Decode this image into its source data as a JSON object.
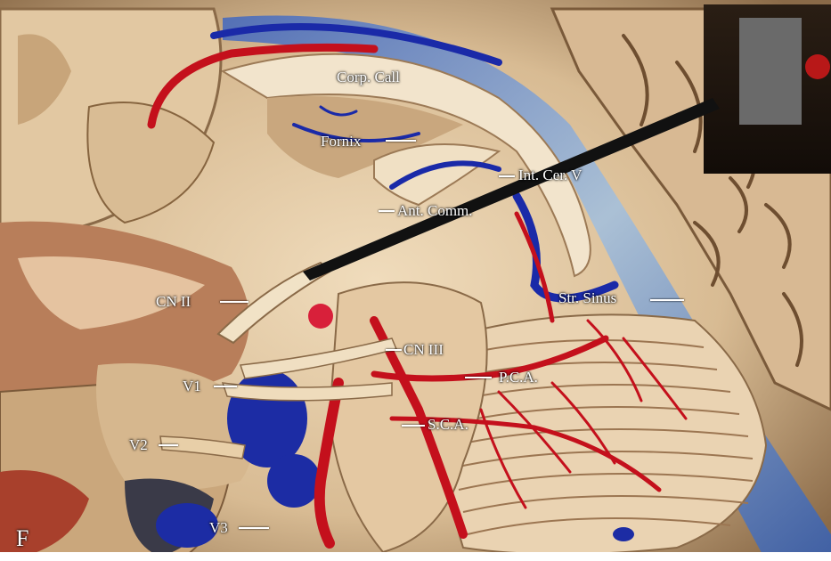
{
  "panel_letter": "F",
  "labels": {
    "corp_call": "Corp. Call",
    "fornix": "Fornix",
    "int_cer_v": "Int. Cer. V",
    "ant_comm": "Ant. Comm.",
    "cn_ii": "CN II",
    "str_sinus": "Str. Sinus",
    "cn_iii": "CN III",
    "v1": "V1",
    "pca": "P.C.A.",
    "sca": "S.C.A.",
    "v2": "V2",
    "v3": "V3"
  },
  "colors": {
    "tissue": "#e6d0b0",
    "artery": "#c4101c",
    "vein": "#1a2aa8",
    "sinus": "#8aa8c8",
    "label_text": "#ffffff"
  }
}
